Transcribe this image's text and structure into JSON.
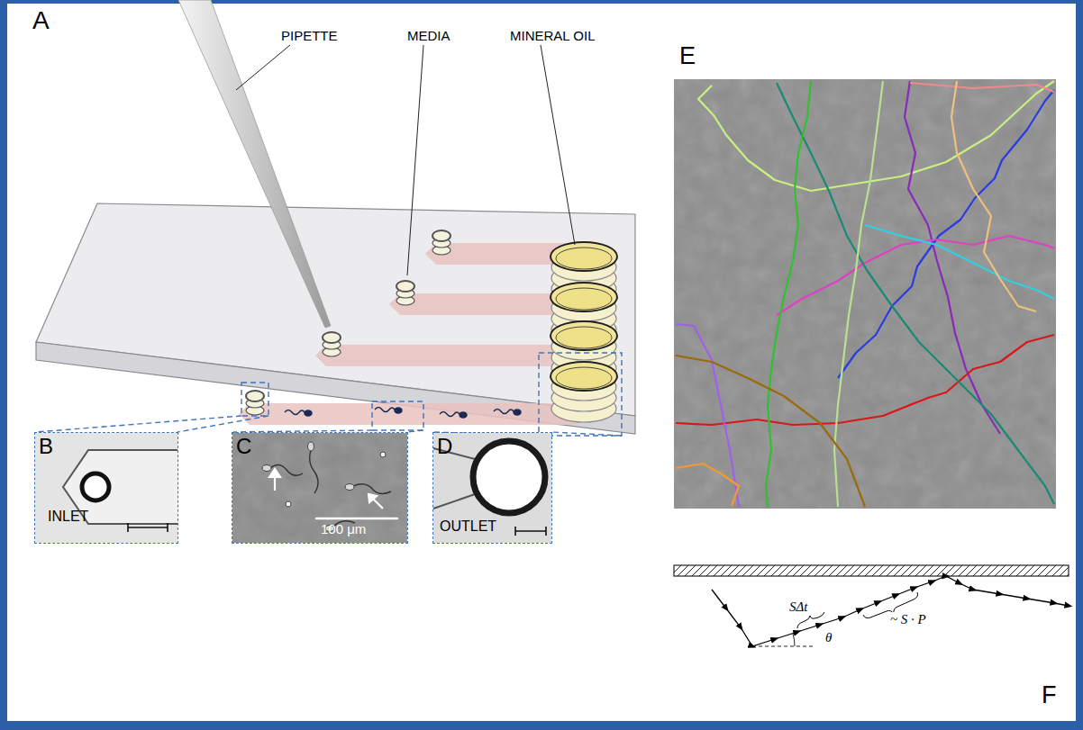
{
  "diagram": {
    "nodes": [
      {
        "text": [
          "B",
          "INLET"
        ]
      },
      {
        "text": [
          "C",
          "100 μm"
        ]
      },
      {
        "text": [
          "D",
          "OUTLET"
        ]
      }
    ],
    "labels": [
      "A",
      "PIPETTE",
      "MEDIA",
      "MINERAL OIL",
      "E",
      "SΔt",
      "~ S · P",
      "θ",
      "F"
    ]
  }
}
